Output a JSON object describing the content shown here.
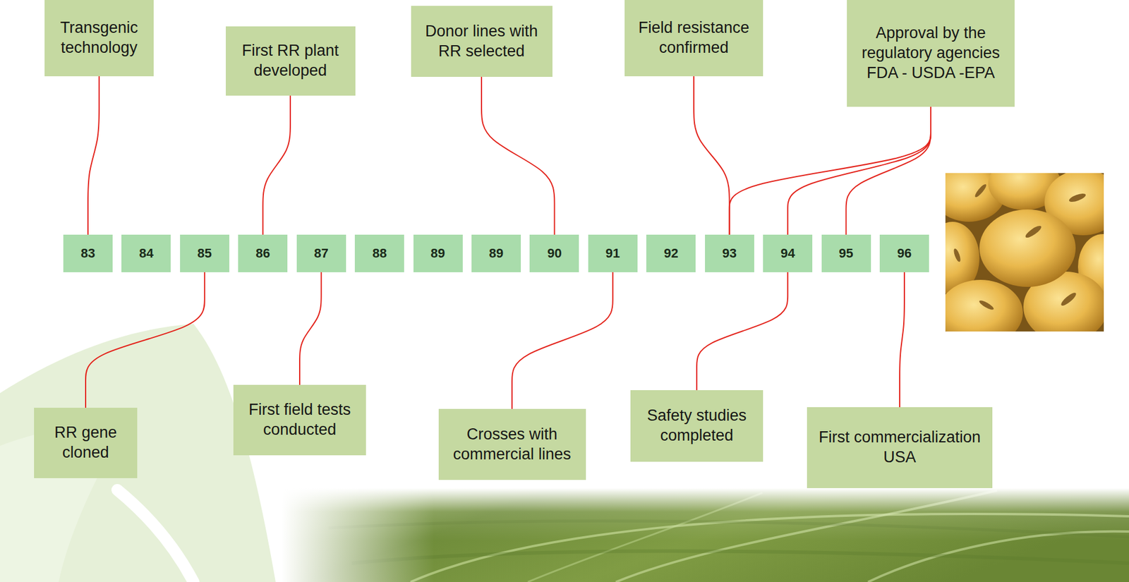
{
  "diagram": {
    "nodes": [
      {
        "text": [
          "Transgenic technology"
        ]
      },
      {
        "text": [
          "First RR plant developed"
        ]
      },
      {
        "text": [
          "Donor lines with RR selected"
        ]
      },
      {
        "text": [
          "Field resistance confirmed"
        ]
      },
      {
        "text": [
          "Approval by the regulatory agencies FDA - USDA -EPA"
        ]
      },
      {
        "text": [
          "83"
        ]
      },
      {
        "text": [
          "84"
        ]
      },
      {
        "text": [
          "85"
        ]
      },
      {
        "text": [
          "86"
        ]
      },
      {
        "text": [
          "87"
        ]
      },
      {
        "text": [
          "88"
        ]
      },
      {
        "text": [
          "89"
        ]
      },
      {
        "text": [
          "89"
        ]
      },
      {
        "text": [
          "90"
        ]
      },
      {
        "text": [
          "91"
        ]
      },
      {
        "text": [
          "92"
        ]
      },
      {
        "text": [
          "93"
        ]
      },
      {
        "text": [
          "94"
        ]
      },
      {
        "text": [
          "95"
        ]
      },
      {
        "text": [
          "96"
        ]
      },
      {
        "text": [
          "RR gene cloned"
        ]
      },
      {
        "text": [
          "First field tests conducted"
        ]
      },
      {
        "text": [
          "Crosses with commercial lines"
        ]
      },
      {
        "text": [
          "Safety studies completed"
        ]
      },
      {
        "text": [
          "First commercialization USA"
        ]
      }
    ],
    "edges": [
      {
        "from": 0,
        "to": 5,
        "arrow": "none"
      },
      {
        "from": 1,
        "to": 8,
        "arrow": "none"
      },
      {
        "from": 2,
        "to": 13,
        "arrow": "none"
      },
      {
        "from": 3,
        "to": 16,
        "arrow": "none"
      },
      {
        "from": 4,
        "to": 16,
        "arrow": "none"
      },
      {
        "from": 4,
        "to": 17,
        "arrow": "none"
      },
      {
        "from": 4,
        "to": 18,
        "arrow": "none"
      },
      {
        "from": 20,
        "to": 7,
        "arrow": "none"
      },
      {
        "from": 21,
        "to": 9,
        "arrow": "none"
      },
      {
        "from": 22,
        "to": 14,
        "arrow": "none"
      },
      {
        "from": 23,
        "to": 17,
        "arrow": "none"
      },
      {
        "from": 24,
        "to": 19,
        "arrow": "none"
      }
    ]
  }
}
